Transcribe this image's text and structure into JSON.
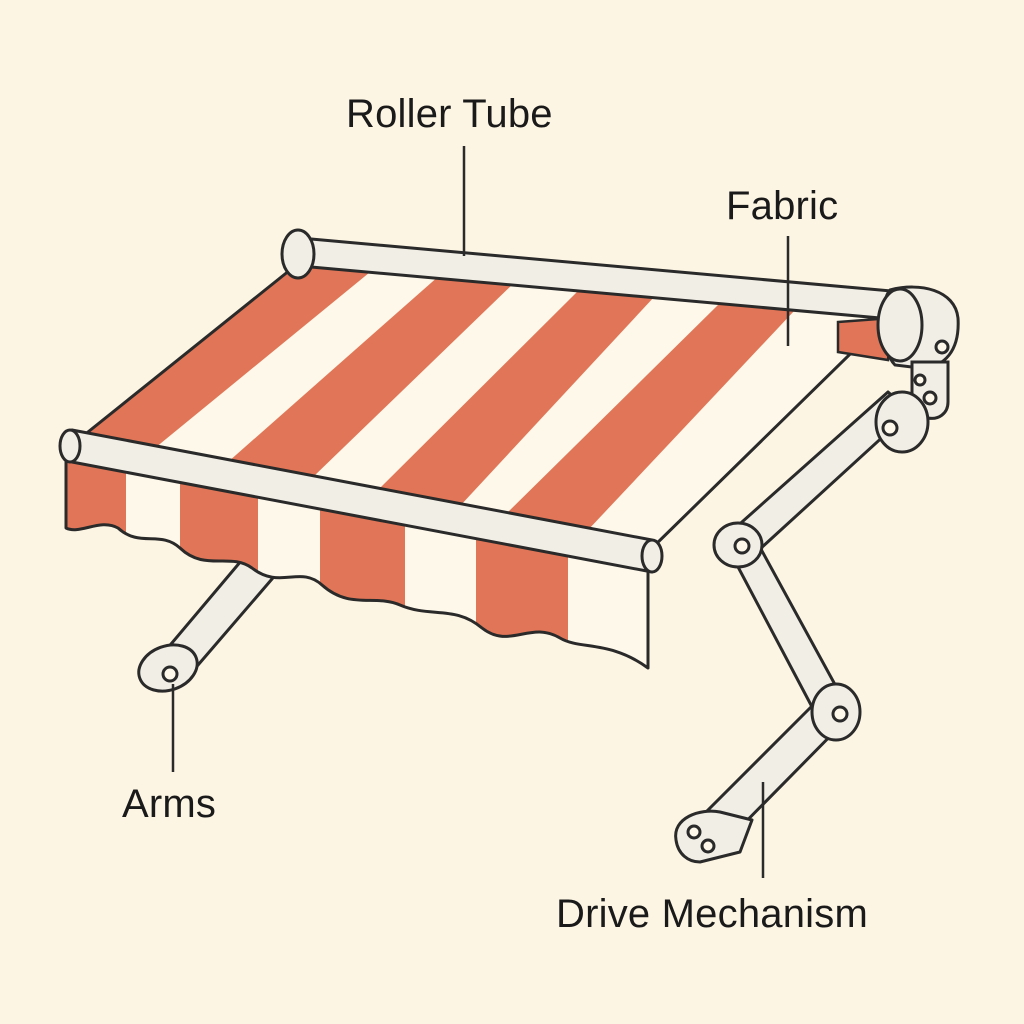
{
  "colors": {
    "background": "#fdf5e4",
    "stripe_red": "#e07657",
    "stripe_cream": "#fdf8ea",
    "metal": "#f1eee5",
    "outline": "#2a2a2a"
  },
  "labels": {
    "roller_tube": "Roller Tube",
    "fabric": "Fabric",
    "arms": "Arms",
    "drive_mechanism": "Drive Mechanism"
  }
}
